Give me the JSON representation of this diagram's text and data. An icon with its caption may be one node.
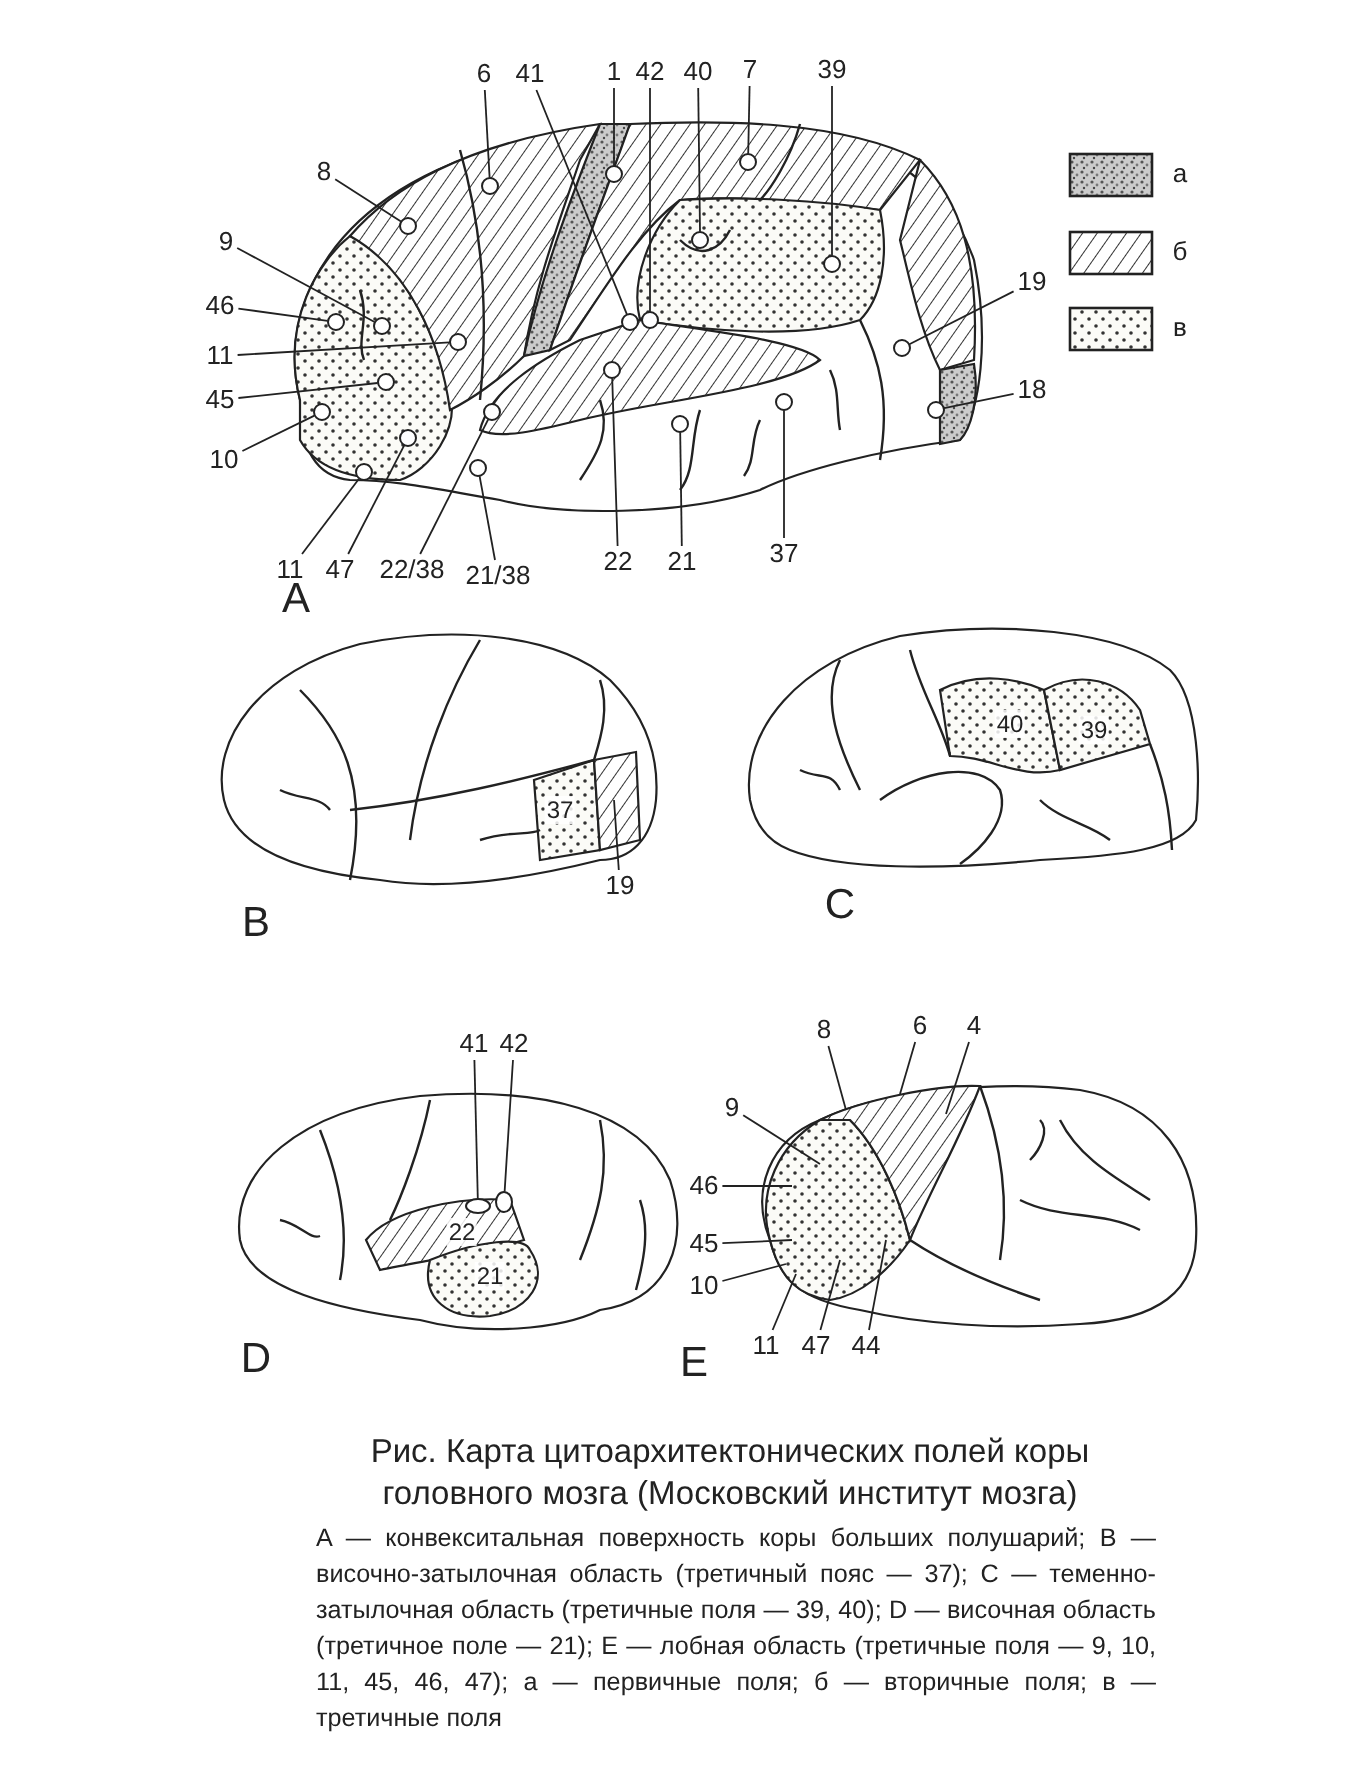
{
  "diagram": {
    "title": "Рис. Карта цитоархитектонических полей коры головного мозга (Московский институт мозга)",
    "caption": "A — конвекситальная поверхность коры больших полушарий; B — височно-затылочная область (третичный пояс — 37); C — теменно-затылочная область (третичные поля — 39, 40); D — височная область (третичное поле — 21); E — лобная область (третичные поля — 9, 10, 11, 45, 46, 47); а — первичные поля; б — вторичные поля; в — третичные поля",
    "nodes": [
      {
        "text": [
          "6"
        ]
      },
      {
        "text": [
          "41"
        ]
      },
      {
        "text": [
          "1"
        ]
      },
      {
        "text": [
          "42"
        ]
      },
      {
        "text": [
          "40"
        ]
      },
      {
        "text": [
          "7"
        ]
      },
      {
        "text": [
          "39"
        ]
      },
      {
        "text": [
          "8"
        ]
      },
      {
        "text": [
          "9"
        ]
      },
      {
        "text": [
          "19"
        ]
      },
      {
        "text": [
          "46"
        ]
      },
      {
        "text": [
          "11"
        ]
      },
      {
        "text": [
          "18"
        ]
      },
      {
        "text": [
          "45"
        ]
      },
      {
        "text": [
          "10"
        ]
      },
      {
        "text": [
          "37"
        ]
      },
      {
        "text": [
          "22"
        ]
      },
      {
        "text": [
          "21"
        ]
      },
      {
        "text": [
          "11"
        ]
      },
      {
        "text": [
          "47"
        ]
      },
      {
        "text": [
          "22/38"
        ]
      },
      {
        "text": [
          "21/38"
        ]
      },
      {
        "text": [
          "19"
        ]
      },
      {
        "text": [
          "41"
        ]
      },
      {
        "text": [
          "42"
        ]
      },
      {
        "text": [
          "8"
        ]
      },
      {
        "text": [
          "6"
        ]
      },
      {
        "text": [
          "4"
        ]
      },
      {
        "text": [
          "9"
        ]
      },
      {
        "text": [
          "46"
        ]
      },
      {
        "text": [
          "45"
        ]
      },
      {
        "text": [
          "10"
        ]
      },
      {
        "text": [
          "11"
        ]
      },
      {
        "text": [
          "47"
        ]
      },
      {
        "text": [
          "44"
        ]
      },
      {
        "text": [],
        "shape": "circle"
      },
      {
        "text": [],
        "shape": "circle"
      },
      {
        "text": [],
        "shape": "circle"
      },
      {
        "text": [],
        "shape": "circle"
      },
      {
        "text": [],
        "shape": "circle"
      },
      {
        "text": [],
        "shape": "circle"
      },
      {
        "text": [],
        "shape": "circle"
      },
      {
        "text": [],
        "shape": "circle"
      },
      {
        "text": [],
        "shape": "circle"
      },
      {
        "text": [],
        "shape": "circle"
      },
      {
        "text": [],
        "shape": "circle"
      },
      {
        "text": [],
        "shape": "circle"
      },
      {
        "text": [],
        "shape": "circle"
      },
      {
        "text": [],
        "shape": "circle"
      },
      {
        "text": [],
        "shape": "circle"
      },
      {
        "text": [],
        "shape": "circle"
      },
      {
        "text": [],
        "shape": "circle"
      },
      {
        "text": [],
        "shape": "circle"
      },
      {
        "text": [],
        "shape": "circle"
      },
      {
        "text": [],
        "shape": "circle"
      },
      {
        "text": [],
        "shape": "circle"
      },
      {
        "text": [],
        "shape": "circle"
      },
      {
        "text": [],
        "shape": "circle"
      },
      {
        "text": [],
        "shape": "circle"
      }
    ],
    "edges": [
      {
        "from": 0,
        "to": 44,
        "arrow": "none"
      },
      {
        "from": 1,
        "to": 48,
        "arrow": "none"
      },
      {
        "from": 2,
        "to": 47,
        "arrow": "none"
      },
      {
        "from": 3,
        "to": 49,
        "arrow": "none"
      },
      {
        "from": 4,
        "to": 51,
        "arrow": "none"
      },
      {
        "from": 5,
        "to": 52,
        "arrow": "none"
      },
      {
        "from": 6,
        "to": 54,
        "arrow": "none"
      },
      {
        "from": 7,
        "to": 40,
        "arrow": "none"
      },
      {
        "from": 8,
        "to": 38,
        "arrow": "none"
      },
      {
        "from": 9,
        "to": 55,
        "arrow": "none"
      },
      {
        "from": 10,
        "to": 36,
        "arrow": "none"
      },
      {
        "from": 11,
        "to": 42,
        "arrow": "none"
      },
      {
        "from": 12,
        "to": 56,
        "arrow": "none"
      },
      {
        "from": 13,
        "to": 39,
        "arrow": "none"
      },
      {
        "from": 14,
        "to": 35,
        "arrow": "none"
      },
      {
        "from": 15,
        "to": 53,
        "arrow": "none"
      },
      {
        "from": 16,
        "to": 46,
        "arrow": "none"
      },
      {
        "from": 17,
        "to": 50,
        "arrow": "none"
      },
      {
        "from": 18,
        "to": 37,
        "arrow": "none"
      },
      {
        "from": 19,
        "to": 41,
        "arrow": "none"
      },
      {
        "from": 20,
        "to": 45,
        "arrow": "none"
      },
      {
        "from": 21,
        "to": 43,
        "arrow": "none"
      },
      {
        "from": 22,
        "to": null,
        "arrow": "none"
      },
      {
        "from": 23,
        "to": 57,
        "arrow": "none"
      },
      {
        "from": 24,
        "to": 58,
        "arrow": "none"
      },
      {
        "from": 25,
        "to": null,
        "arrow": "none"
      },
      {
        "from": 26,
        "to": null,
        "arrow": "none"
      },
      {
        "from": 27,
        "to": null,
        "arrow": "none"
      },
      {
        "from": 28,
        "to": null,
        "arrow": "none"
      },
      {
        "from": 29,
        "to": null,
        "arrow": "none"
      },
      {
        "from": 30,
        "to": null,
        "arrow": "none"
      },
      {
        "from": 31,
        "to": null,
        "arrow": "none"
      },
      {
        "from": 32,
        "to": null,
        "arrow": "none"
      },
      {
        "from": 33,
        "to": null,
        "arrow": "none"
      },
      {
        "from": 34,
        "to": null,
        "arrow": "none"
      }
    ],
    "labels": [
      "A",
      "40",
      "39",
      "37",
      "B",
      "C",
      "22",
      "21",
      "D",
      "E"
    ],
    "legend": [
      {
        "text": "а"
      },
      {
        "text": "б"
      },
      {
        "text": "в"
      }
    ]
  }
}
